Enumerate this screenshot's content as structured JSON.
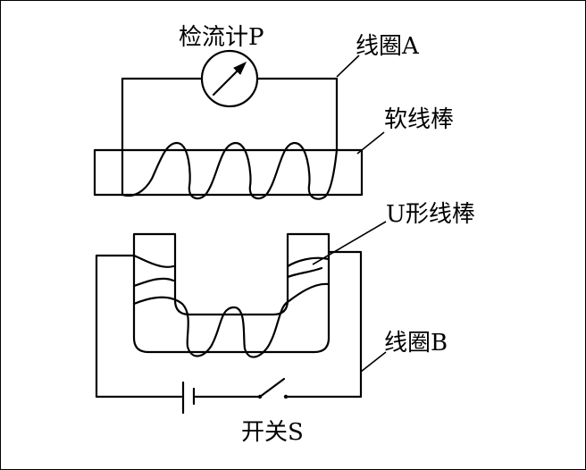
{
  "labels": {
    "galvanometer": "检流计P",
    "coil_a": "线圈A",
    "soft_rod": "软线棒",
    "u_rod": "U形线棒",
    "coil_b": "线圈B",
    "switch": "开关S"
  },
  "colors": {
    "ink": "#000000",
    "background": "#ffffff"
  },
  "icons": {
    "meter": "galvanometer-icon",
    "battery": "battery-icon",
    "switch": "switch-icon"
  }
}
